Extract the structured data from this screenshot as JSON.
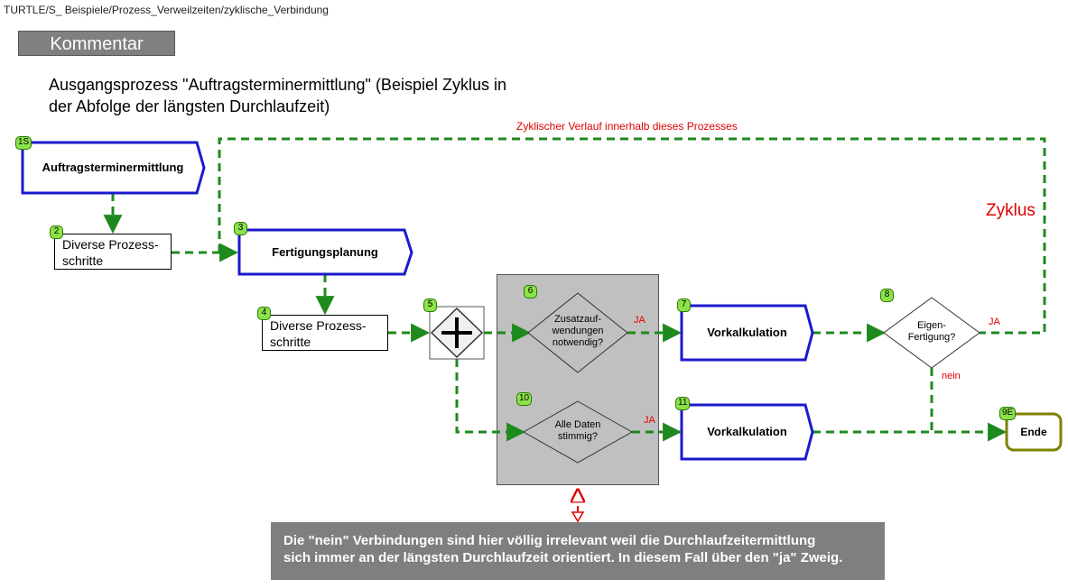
{
  "path": "TURTLE/S_ Beispiele/Prozess_Verweilzeiten/zyklische_Verbindung",
  "kommentar": "Kommentar",
  "heading": {
    "line1": "Ausgangsprozess \"Auftragsterminermittlung\" (Beispiel Zyklus in",
    "line2": "der Abfolge der längsten Durchlaufzeit)"
  },
  "annotations": {
    "cycle_label": "Zyklischer Verlauf innerhalb dieses Prozesses",
    "zyklus": "Zyklus",
    "ja_6": "JA",
    "ja_8": "JA",
    "ja_10": "JA",
    "nein_8": "nein"
  },
  "nodes": {
    "n1": {
      "badge": "1S",
      "label": "Auftragsterminermittlung"
    },
    "n2": {
      "badge": "2",
      "line1": "Diverse Prozess-",
      "line2": "schritte"
    },
    "n3": {
      "badge": "3",
      "label": "Fertigungsplanung"
    },
    "n4": {
      "badge": "4",
      "line1": "Diverse Prozess-",
      "line2": "schritte"
    },
    "n5": {
      "badge": "5"
    },
    "n6": {
      "badge": "6",
      "line1": "Zusatzauf-",
      "line2": "wendungen",
      "line3": "notwendig?"
    },
    "n7": {
      "badge": "7",
      "label": "Vorkalkulation"
    },
    "n8": {
      "badge": "8",
      "line1": "Eigen-",
      "line2": "Fertigung?"
    },
    "n9": {
      "badge": "9E",
      "label": "Ende"
    },
    "n10": {
      "badge": "10",
      "line1": "Alle Daten",
      "line2": "stimmig?"
    },
    "n11": {
      "badge": "11",
      "label": "Vorkalkulation"
    }
  },
  "note": {
    "line1": "Die \"nein\" Verbindungen sind hier völlig irrelevant weil die Durchlaufzeitermittlung",
    "line2": "sich immer an der längsten Durchlaufzeit orientiert. In diesem Fall über den \"ja\" Zweig."
  },
  "colors": {
    "process_border": "#1a1acc",
    "connector": "#1e8a1e",
    "badge": "#8be24a",
    "annotation_red": "#e00000",
    "end_border": "#808000",
    "gray_panel": "#c0c0c0",
    "note_bg": "#7f7f7f"
  }
}
